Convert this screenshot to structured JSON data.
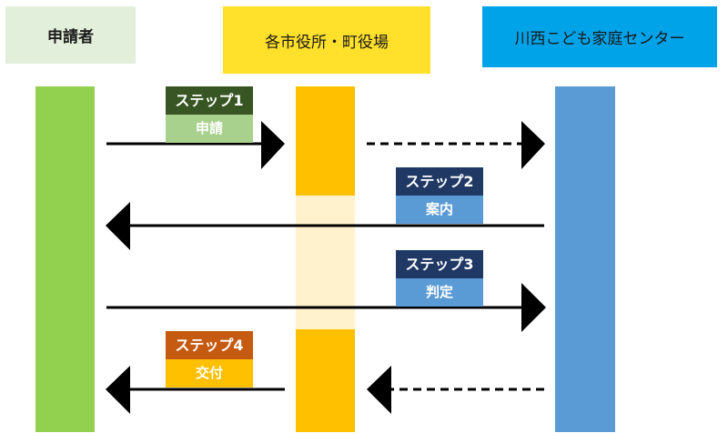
{
  "headers": {
    "applicant": "申請者",
    "city_office": "各市役所・町役場",
    "center": "川西こども家庭センター"
  },
  "steps": [
    {
      "title": "ステップ1",
      "label": "申請",
      "from": "申請者",
      "to": "各市役所・町役場",
      "then": "川西こども家庭センター"
    },
    {
      "title": "ステップ2",
      "label": "案内",
      "from": "川西こども家庭センター",
      "to": "申請者"
    },
    {
      "title": "ステップ3",
      "label": "判定",
      "from": "申請者",
      "to": "川西こども家庭センター"
    },
    {
      "title": "ステップ4",
      "label": "交付",
      "from": "川西こども家庭センター",
      "via": "各市役所・町役場",
      "to": "申請者"
    }
  ],
  "colors": {
    "applicant_header": "#e2efda",
    "city_header": "#ffe02b",
    "center_header": "#00a2e8",
    "applicant_lane": "#92d050",
    "city_lane": "#ffc000",
    "city_lane_faded": "#fff2cc",
    "center_lane": "#5b9bd5",
    "step1_title": "#375623",
    "step1_label": "#a9d18e",
    "step2_title": "#1f3864",
    "step2_label": "#5b9bd5",
    "step3_title": "#1f3864",
    "step3_label": "#5b9bd5",
    "step4_title": "#c55a11",
    "step4_label": "#ffc000"
  }
}
